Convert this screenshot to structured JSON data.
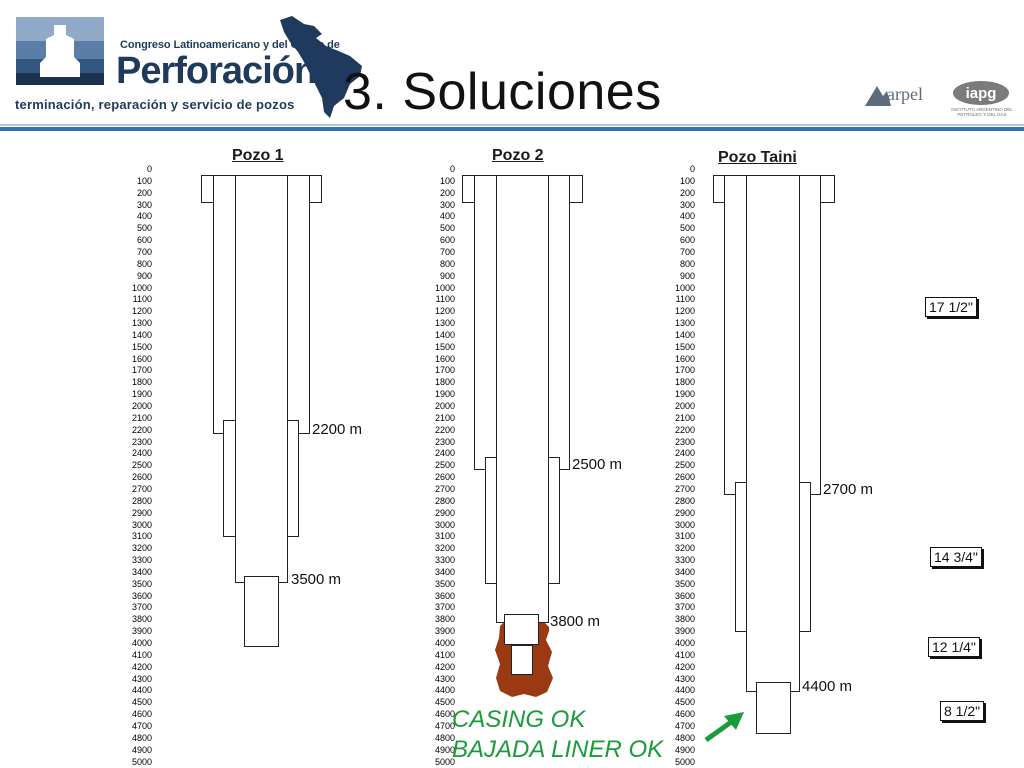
{
  "header": {
    "congress_line": "Congreso Latinoamericano y del Caribe de",
    "event_word": "Perforación",
    "tagline": "terminación, reparación y servicio de pozos",
    "slide_title": "3. Soluciones",
    "arpel_text": "arpel",
    "iapg_text": "iapg",
    "iapg_caption": "INSTITUTO ARGENTINO DEL PETROLEO Y DEL GAS"
  },
  "colors": {
    "brand_navy": "#1f3a5c",
    "rule_blue": "#2e76b6",
    "problem_brown": "#9b3a12",
    "ok_green": "#1a9c3a"
  },
  "depth_ticks": [
    "0",
    "100",
    "200",
    "300",
    "400",
    "500",
    "600",
    "700",
    "800",
    "900",
    "1000",
    "1100",
    "1200",
    "1300",
    "1400",
    "1500",
    "1600",
    "1700",
    "1800",
    "1900",
    "2000",
    "2100",
    "2200",
    "2300",
    "2400",
    "2500",
    "2600",
    "2700",
    "2800",
    "2900",
    "3000",
    "3100",
    "3200",
    "3300",
    "3400",
    "3500",
    "3600",
    "3700",
    "3800",
    "3900",
    "4000",
    "4100",
    "4200",
    "4300",
    "4400",
    "4500",
    "4600",
    "4700",
    "4800",
    "4900",
    "5000"
  ],
  "wells": [
    {
      "title": "Pozo 1",
      "casing_depth_labels": [
        "2200 m",
        "3500 m"
      ]
    },
    {
      "title": "Pozo 2",
      "casing_depth_labels": [
        "2500 m",
        "3800 m"
      ],
      "problem_zone": true
    },
    {
      "title": "Pozo Taini",
      "casing_depth_labels": [
        "2700 m",
        "4400 m"
      ],
      "bit_sizes": [
        "17 1/2\"",
        "14 3/4\"",
        "12 1/4\"",
        "8 1/2\""
      ]
    }
  ],
  "result_text": {
    "line1": "CASING OK",
    "line2": "BAJADA LINER OK"
  }
}
